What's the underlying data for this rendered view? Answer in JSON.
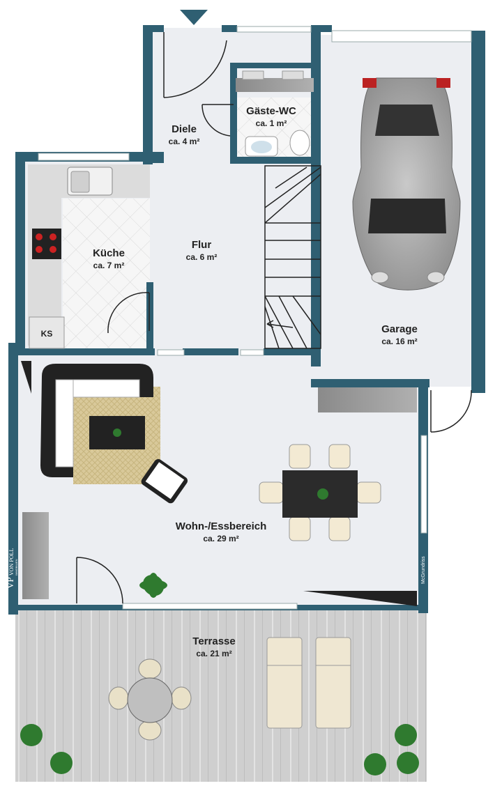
{
  "rooms": [
    {
      "key": "diele",
      "name": "Diele",
      "area": "ca. 4 m²"
    },
    {
      "key": "gaeste_wc",
      "name": "Gäste-WC",
      "area": "ca. 1 m²"
    },
    {
      "key": "kueche",
      "name": "Küche",
      "area": "ca. 7 m²"
    },
    {
      "key": "flur",
      "name": "Flur",
      "area": "ca. 6 m²"
    },
    {
      "key": "garage",
      "name": "Garage",
      "area": "ca. 16 m²"
    },
    {
      "key": "wohn",
      "name": "Wohn-/Essbereich",
      "area": "ca. 29 m²"
    },
    {
      "key": "terrasse",
      "name": "Terrasse",
      "area": "ca. 21 m²"
    }
  ],
  "labels": {
    "fridge": "KS",
    "logo_mark": "VP",
    "logo_text": "VON POLL",
    "logo_sub": "IMMOBILIEN",
    "credit": "McGrundriss"
  },
  "colors": {
    "wall": "#2f5f72",
    "floor": "#eceef2",
    "tile": "#f4f4f4",
    "deck": "#c9c9c9",
    "plant": "#2f7a2f"
  }
}
